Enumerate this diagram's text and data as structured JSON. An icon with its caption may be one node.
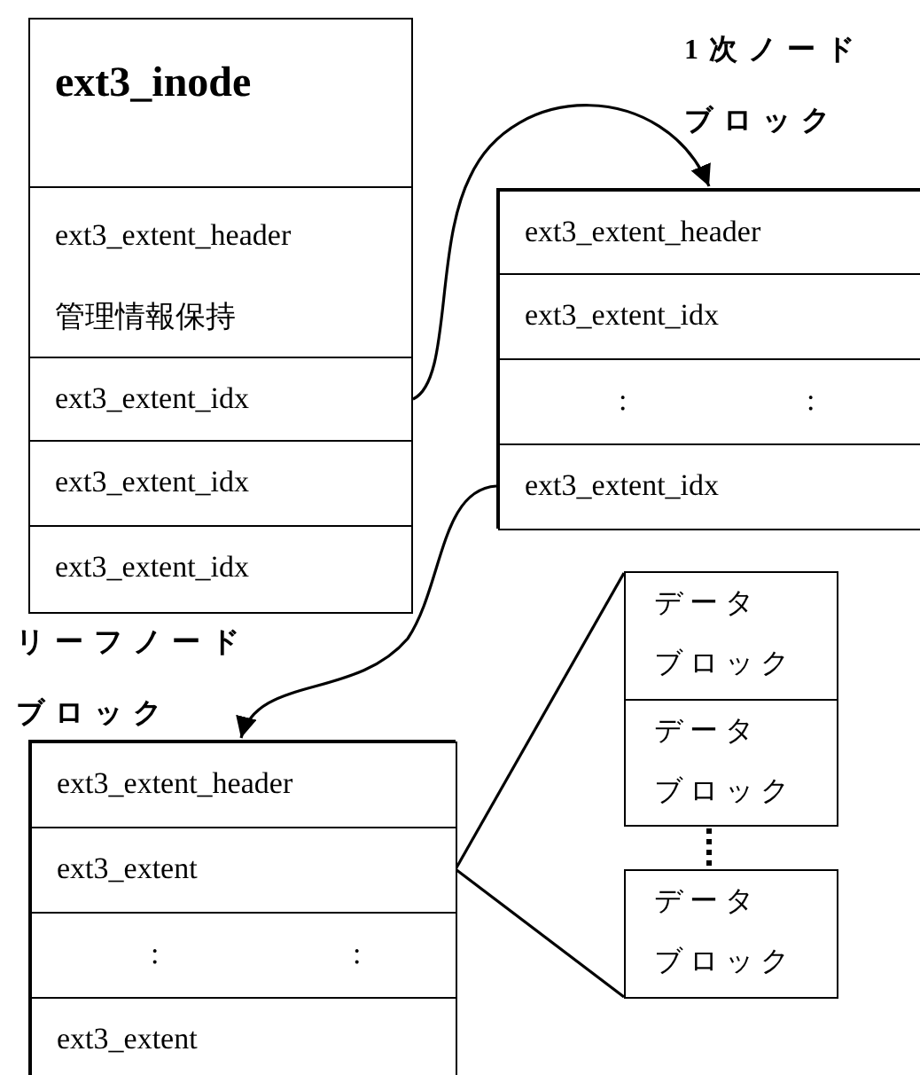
{
  "diagram": {
    "nodes": [
      {
        "text": [
          "ext3_inode"
        ]
      },
      {
        "text": [
          "ext3_extent_header",
          "管理情報保持"
        ]
      },
      {
        "text": [
          "ext3_extent_idx"
        ]
      },
      {
        "text": [
          "ext3_extent_idx"
        ]
      },
      {
        "text": [
          "ext3_extent_idx"
        ]
      },
      {
        "text": [
          "1次ノードブロック"
        ]
      },
      {
        "text": [
          "ext3_extent_header"
        ],
        "in": 5
      },
      {
        "text": [
          "ext3_extent_idx"
        ],
        "in": 5
      },
      {
        "text": [
          ":",
          ":"
        ],
        "in": 5
      },
      {
        "text": [
          "ext3_extent_idx"
        ],
        "in": 5
      },
      {
        "text": [
          "リーフノードブロック"
        ]
      },
      {
        "text": [
          "ext3_extent_header"
        ],
        "in": 10
      },
      {
        "text": [
          "ext3_extent"
        ],
        "in": 10
      },
      {
        "text": [
          ":",
          ":"
        ],
        "in": 10
      },
      {
        "text": [
          "ext3_extent"
        ],
        "in": 10
      },
      {
        "text": [
          "データ",
          "ブロック"
        ]
      },
      {
        "text": [
          "データ",
          "ブロック"
        ]
      },
      {
        "text": [
          "データ",
          "ブロック"
        ]
      }
    ],
    "edges": [
      {
        "from": 2,
        "to": 5,
        "arrow": "to"
      },
      {
        "from": 9,
        "to": 10,
        "arrow": "to"
      },
      {
        "from": 12,
        "to": 15,
        "arrow": "none"
      },
      {
        "from": 12,
        "to": 17,
        "arrow": "none"
      }
    ]
  }
}
